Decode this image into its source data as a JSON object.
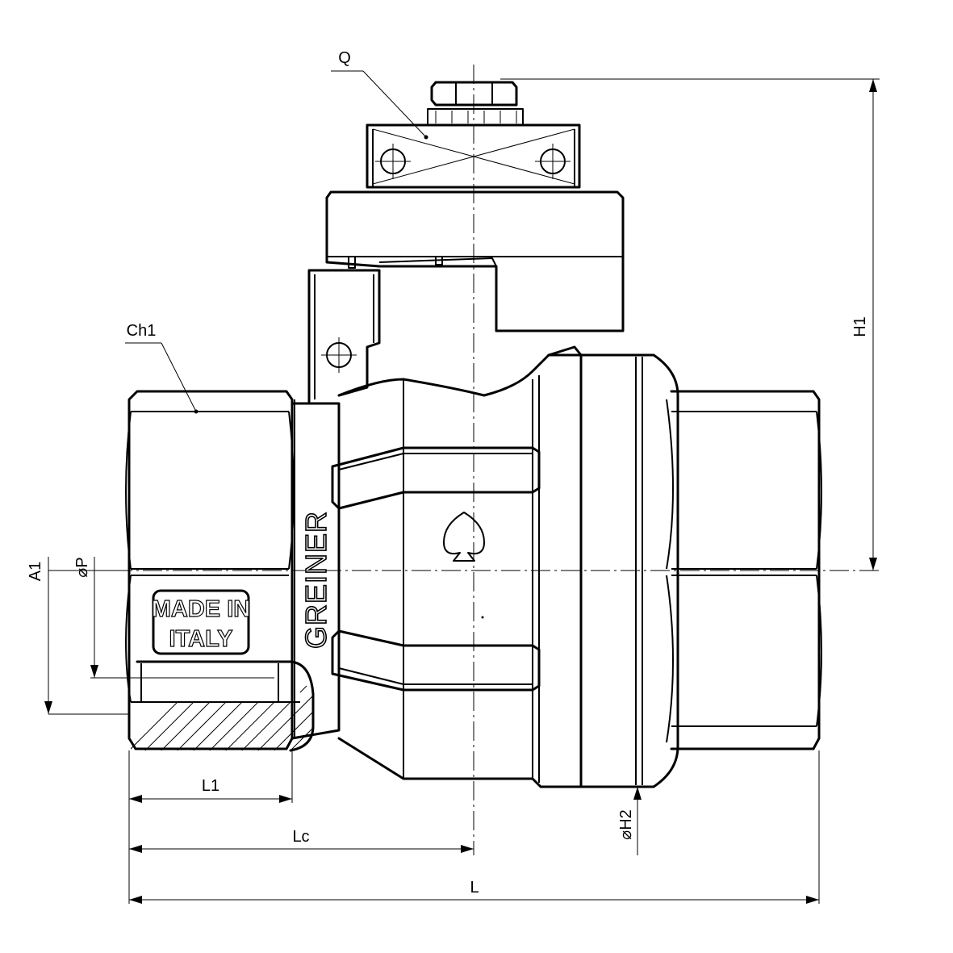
{
  "labels": {
    "q": "Q",
    "ch1": "Ch1",
    "h1": "H1",
    "a1": "A1",
    "phi_p": "P",
    "phi_h2": "H2",
    "l1": "L1",
    "lc": "Lc",
    "l": "L"
  },
  "diameter_symbol": "⌀",
  "marking": {
    "brand": "GREINER",
    "plate_line1": "MADE IN",
    "plate_line2": "ITALY"
  }
}
